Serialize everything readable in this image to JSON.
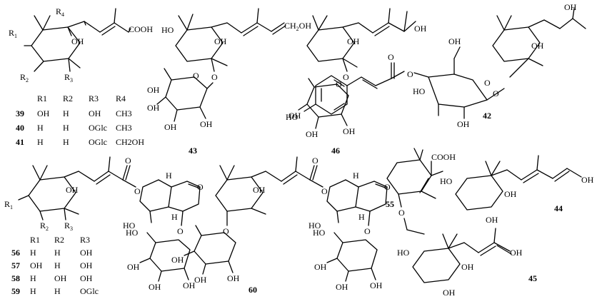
{
  "compounds": {
    "c39_41": {
      "labels": {
        "r1": "R",
        "r2": "R",
        "r3": "R",
        "r4": "R",
        "oh": "OH",
        "cooh": "COOH"
      },
      "table": {
        "headers": [
          "R1",
          "R2",
          "R3",
          "R4"
        ],
        "rows": [
          {
            "id": "39",
            "r1": "OH",
            "r2": "H",
            "r3": "OH",
            "r4": "CH3"
          },
          {
            "id": "40",
            "r1": "H",
            "r2": "H",
            "r3": "OGlc",
            "r4": "CH3"
          },
          {
            "id": "41",
            "r1": "H",
            "r2": "H",
            "r3": "OGlc",
            "r4": "CH2OH"
          }
        ]
      }
    },
    "c43": {
      "id": "43",
      "labels": {
        "ho": "HO",
        "oh": "OH",
        "ch2oh": "CH2OH",
        "o": "O"
      }
    },
    "c46": {
      "id": "46",
      "labels": {
        "oh": "OH",
        "cooh": "OH",
        "o": "O"
      }
    },
    "c42": {
      "id": "42",
      "labels": {
        "oh": "OH",
        "ho": "HO",
        "o": "O"
      }
    },
    "c56_59": {
      "labels": {
        "r1": "R",
        "r2": "R",
        "r3": "R",
        "oh": "OH",
        "ho": "HO",
        "o": "O",
        "h": "H"
      },
      "table": {
        "headers": [
          "R1",
          "R2",
          "R3"
        ],
        "rows": [
          {
            "id": "56",
            "r1": "H",
            "r2": "H",
            "r3": "OH"
          },
          {
            "id": "57",
            "r1": "OH",
            "r2": "H",
            "r3": "OH"
          },
          {
            "id": "58",
            "r1": "H",
            "r2": "OH",
            "r3": "OH"
          },
          {
            "id": "59",
            "r1": "H",
            "r2": "H",
            "r3": "OGlc"
          }
        ]
      }
    },
    "c60": {
      "id": "60",
      "labels": {
        "oh": "OH",
        "ho": "HO",
        "o": "O",
        "h": "H"
      }
    },
    "c55": {
      "id": "55",
      "labels": {
        "cooh": "COOH",
        "o": "O"
      }
    },
    "c44": {
      "id": "44",
      "labels": {
        "ho": "HO",
        "oh": "OH"
      }
    },
    "c45": {
      "id": "45",
      "labels": {
        "ho": "HO",
        "oh": "OH"
      }
    }
  }
}
